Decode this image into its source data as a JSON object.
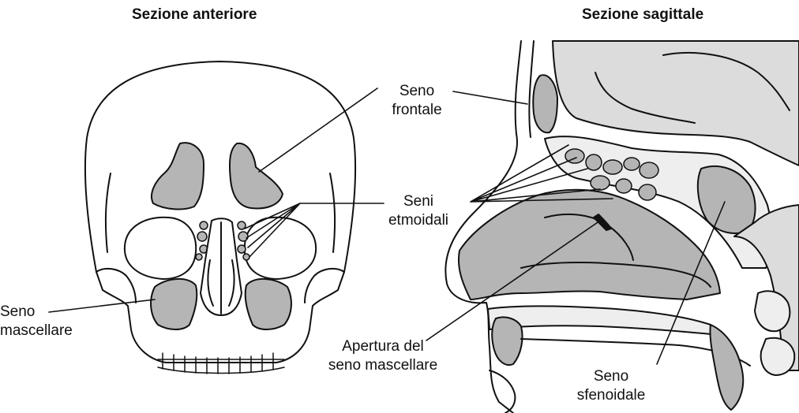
{
  "titles": {
    "anterior": "Sezione anteriore",
    "sagittal": "Sezione sagittale"
  },
  "labels": {
    "frontal": [
      "Seno",
      "frontale"
    ],
    "ethmoid": [
      "Seni",
      "etmoidali"
    ],
    "maxillary": [
      "Seno",
      "mascellare"
    ],
    "maxillary_opening": [
      "Apertura del",
      "seno mascellare"
    ],
    "sphenoid": [
      "Seno",
      "sfenoidale"
    ]
  },
  "colors": {
    "sinus_fill": "#b5b5b5",
    "soft_tissue_fill": "#dcdcdc",
    "line": "#111111",
    "background": "#ffffff"
  }
}
